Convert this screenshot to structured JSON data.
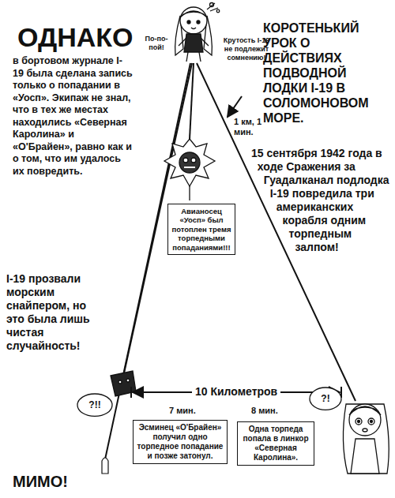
{
  "diagram": {
    "title": "КОРОТЕНЬКИЙ УРОК О ДЕЙСТВИЯХ ПОДВОДНОЙ ЛОДКИ I-19 В СОЛОМОНОВОМ МОРЕ.",
    "nodes": [
      {
        "text": [
          "Авианосец «Уосп» был потоплен тремя торпедными попаданиями!!!"
        ]
      },
      {
        "text": [
          "?!!"
        ]
      },
      {
        "text": [
          "Эсминец «О'Брайен» получил одно торпедное попадание и позже затонул."
        ]
      },
      {
        "text": [
          "Одна торпеда попала в линкор «Северная Каролина»."
        ]
      },
      {
        "text": [
          "?!"
        ]
      }
    ],
    "labels": [
      "ОДНАКО",
      "в бортовом журнале I-19 была сделана запись только о попадании в «Уосп». Экипаж не знал, что в тех же местах находились «Северная Каролина» и «О'Брайен», равно как и о том, что им удалось их повредить.",
      "По-по-пой!",
      "Крутость I-19 не подлежит сомнению!",
      "1 км, 1 мин.",
      "15 сентября 1942 года в ходе Сражения за Гуадалканал подлодка I-19 повредила три американских корабля одним торпедным залпом!",
      "I-19 прозвали морским снайпером, но это была лишь чистая случайность!",
      "10 Километров",
      "7 мин.",
      "8 мин.",
      "МИМО!"
    ]
  }
}
